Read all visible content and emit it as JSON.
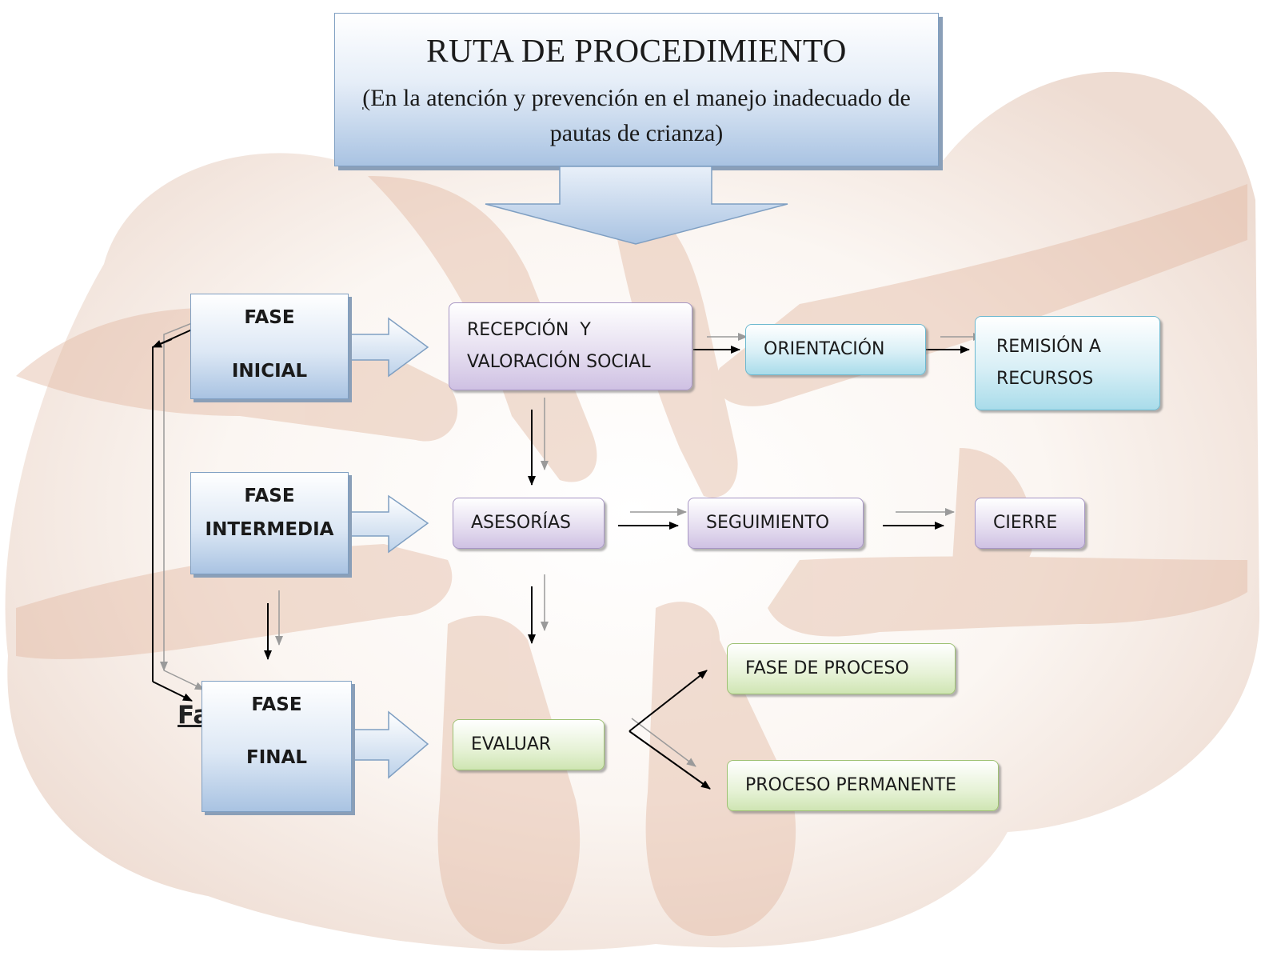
{
  "title": {
    "main": "RUTA DE PROCEDIMIENTO",
    "subtitle_first_char": "(",
    "subtitle_rest": "En la atención y prevención en el manejo inadecuado de pautas de crianza)"
  },
  "phases": {
    "inicial": {
      "line1": "FASE",
      "line2": "INICIAL"
    },
    "intermedia": {
      "line1": "FASE",
      "line2": "INTERMEDIA"
    },
    "final": {
      "line1": "FASE",
      "line2": "FINAL"
    }
  },
  "steps": {
    "recepcion": {
      "line1": "RECEPCIÓN  Y",
      "line2": "VALORACIÓN SOCIAL"
    },
    "orientacion": "ORIENTACIÓN",
    "remision": {
      "line1": "REMISIÓN A",
      "line2": "RECURSOS"
    },
    "asesorias": "ASESORÍAS",
    "seguimiento": "SEGUIMIENTO",
    "cierre": "CIERRE",
    "evaluar": "EVALUAR",
    "fase_proceso": "FASE DE PROCESO",
    "proceso_permanente": "PROCESO PERMANENTE"
  },
  "stray_text": "Fa",
  "colors": {
    "phase_border": "#7f9fc2",
    "phase_fill": "#a9c3e2",
    "purple_border": "#a796c4",
    "cyan_border": "#6cb8cf",
    "green_border": "#9ec173",
    "arrow_black": "#000000",
    "arrow_gray": "#9a9a9a"
  }
}
